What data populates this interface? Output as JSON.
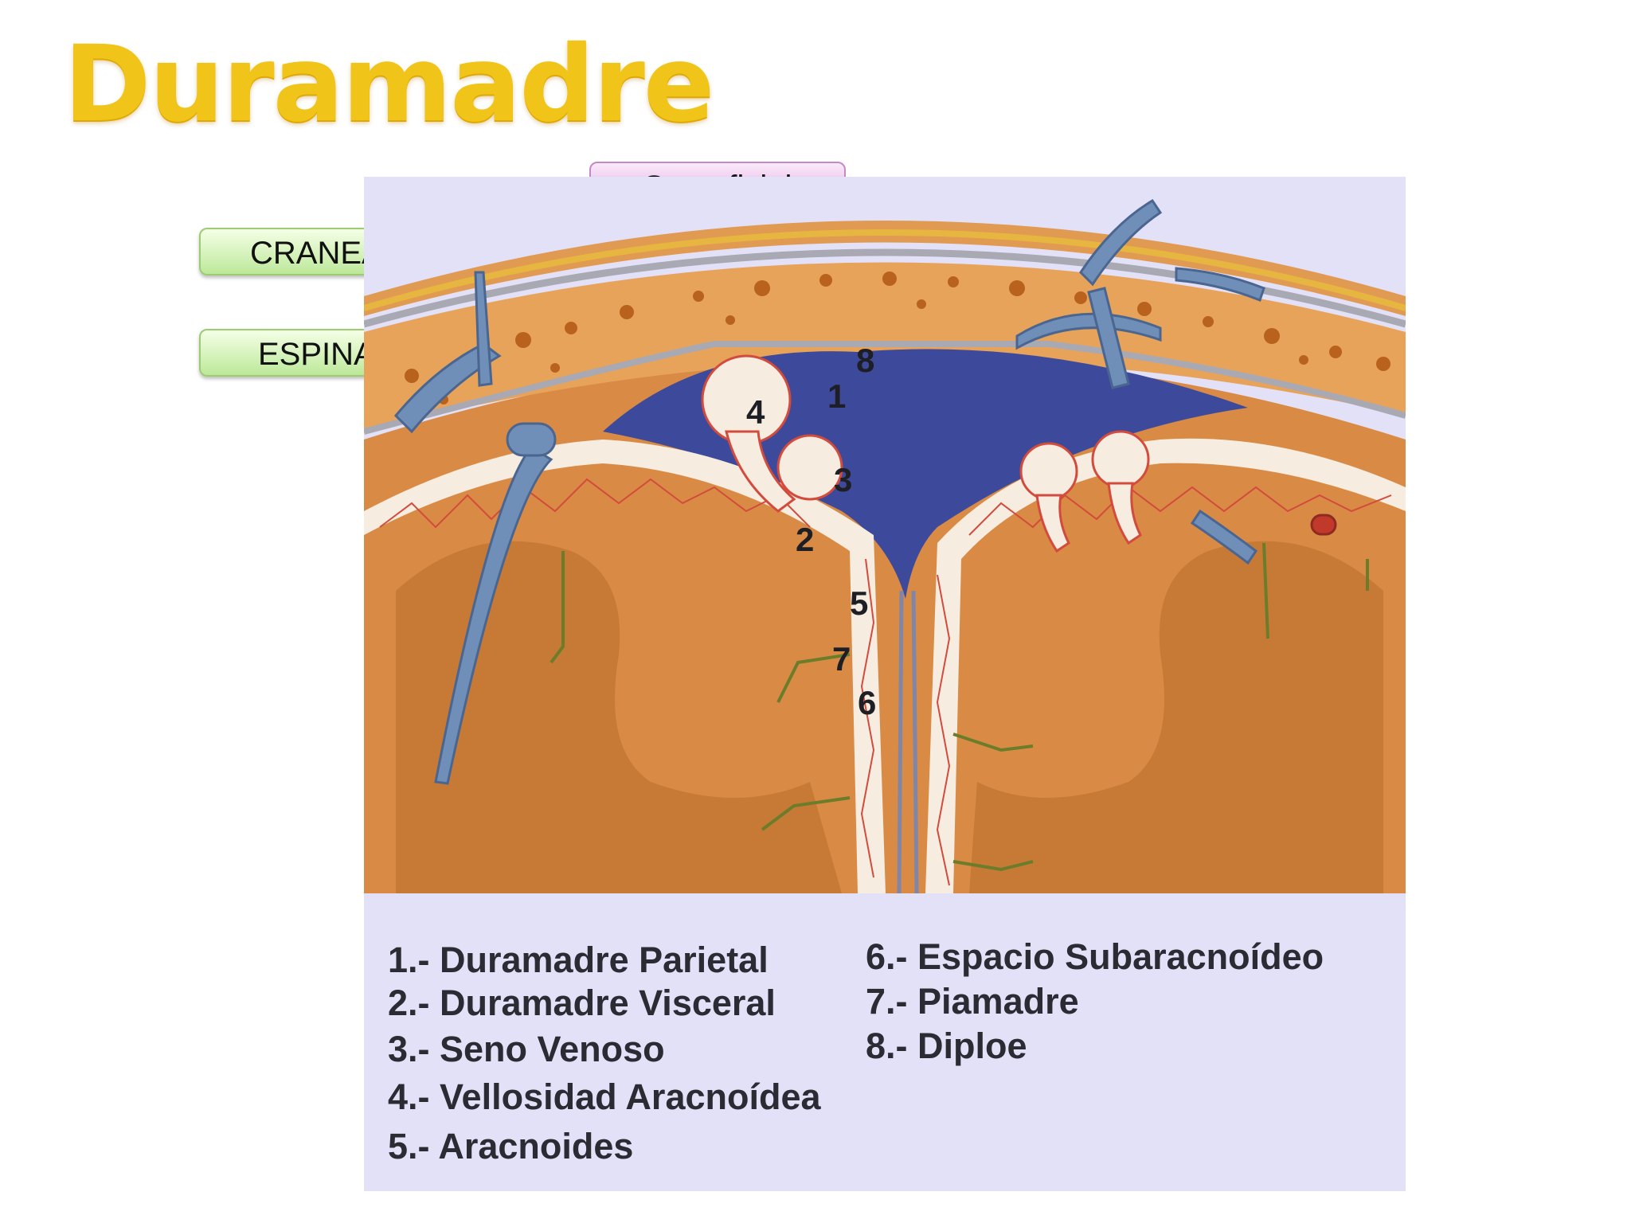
{
  "slide": {
    "title": "Duramadre",
    "buttons": {
      "craneal": "CRANEAL",
      "espinal": "ESPINAL",
      "superficial": "Superficial"
    }
  },
  "diagram": {
    "markers": [
      "1",
      "2",
      "3",
      "4",
      "5",
      "6",
      "7",
      "8"
    ],
    "legend": [
      "1.- Duramadre Parietal",
      "2.- Duramadre Visceral",
      "3.- Seno Venoso",
      "4.- Vellosidad Aracnoídea",
      "5.- Aracnoides",
      "6.- Espacio Subaracnoídeo",
      "7.- Piamadre",
      "8.- Diploe"
    ]
  },
  "colors": {
    "title": "#f0c419",
    "sinus": "#3d4a9c",
    "vein": "#6f8fb8",
    "cortex": "#d98b45",
    "bone": "#e8a35a",
    "figure_bg": "#e3e1f7"
  }
}
